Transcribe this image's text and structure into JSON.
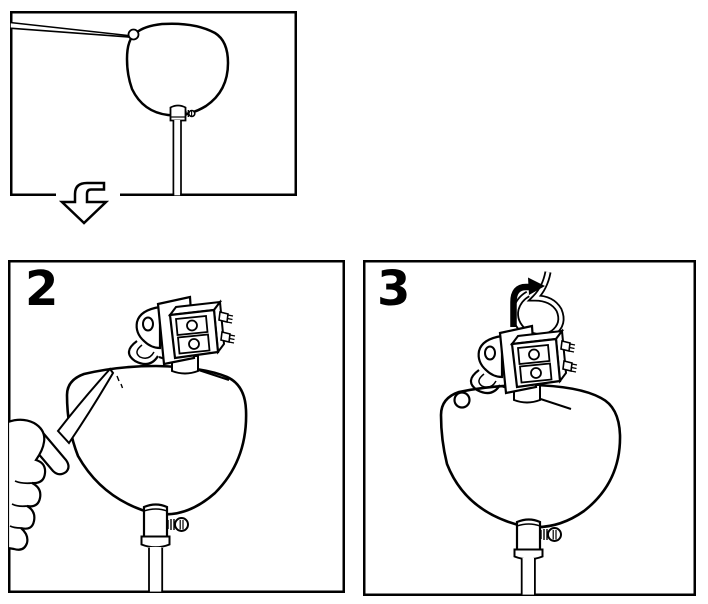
{
  "colors": {
    "ink": "#000000",
    "paper": "#ffffff"
  },
  "steps": {
    "step2": {
      "label": "2"
    },
    "step3": {
      "label": "3"
    }
  },
  "icons": {
    "sequence_arrow": "down-arrow-icon",
    "probe_tool": "wire-probe-icon",
    "knife_tool": "knife-icon",
    "hand": "gripping-hand-icon",
    "ceiling_hook": "ceiling-hook-icon",
    "hang_arrow": "hook-direction-arrow-icon",
    "canopy": "lamp-canopy",
    "terminal_block": "terminal-block-bracket"
  }
}
